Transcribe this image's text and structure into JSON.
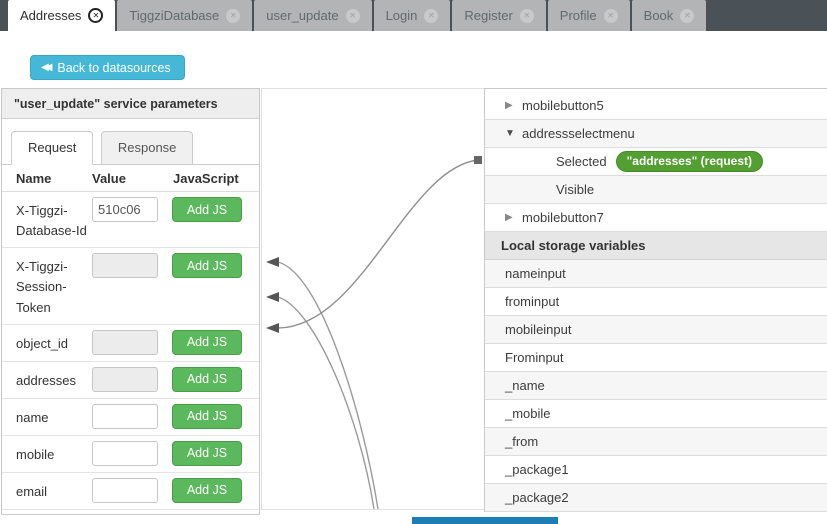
{
  "window_tabs": {
    "items": [
      {
        "label": "Addresses",
        "state": "active"
      },
      {
        "label": "TiggziDatabase",
        "state": ""
      },
      {
        "label": "user_update",
        "state": ""
      },
      {
        "label": "Login",
        "state": ""
      },
      {
        "label": "Register",
        "state": ""
      },
      {
        "label": "Profile",
        "state": ""
      },
      {
        "label": "Book",
        "state": ""
      }
    ],
    "close_glyph": "✕"
  },
  "toolbar": {
    "back_button_label": "Back to datasources",
    "back_button_icon": "◀◀"
  },
  "service_panel": {
    "title": "\"user_update\" service parameters",
    "tabs": [
      {
        "label": "Request",
        "state": "active"
      },
      {
        "label": "Response",
        "state": ""
      }
    ],
    "table": {
      "headers": {
        "name": "Name",
        "value": "Value",
        "js": "JavaScript"
      },
      "add_js_label": "Add JS",
      "rows": [
        {
          "name": "X-Tiggzi-Database-Id",
          "value": "510c06",
          "state": ""
        },
        {
          "name": "X-Tiggzi-Session-Token",
          "value": "",
          "state": "disabled"
        },
        {
          "name": "object_id",
          "value": "",
          "state": "disabled"
        },
        {
          "name": "addresses",
          "value": "",
          "state": "disabled"
        },
        {
          "name": "name",
          "value": "",
          "state": ""
        },
        {
          "name": "mobile",
          "value": "",
          "state": ""
        },
        {
          "name": "email",
          "value": "",
          "state": ""
        }
      ]
    }
  },
  "mapping_panel": {
    "tree": [
      {
        "label": "mobilebutton5",
        "type": "collapsed",
        "badge": ""
      },
      {
        "label": "addressselectmenu",
        "type": "expanded",
        "badge": ""
      },
      {
        "label": "Selected",
        "type": "property",
        "badge": "\"addresses\" (request)"
      },
      {
        "label": "Visible",
        "type": "property",
        "badge": ""
      },
      {
        "label": "mobilebutton7",
        "type": "collapsed",
        "badge": ""
      }
    ],
    "storage_header": "Local storage variables",
    "storage_items": [
      "nameinput",
      "frominput",
      "mobileinput",
      "Frominput",
      "_name",
      "_mobile",
      "_from",
      "_package1",
      "_package2"
    ]
  },
  "colors": {
    "accent_teal": "#45b8d8",
    "button_green": "#5cb85c",
    "badge_green": "#539f32",
    "bottom_bar_blue": "#1d7db5",
    "tabbar_dark": "#4a5258"
  }
}
